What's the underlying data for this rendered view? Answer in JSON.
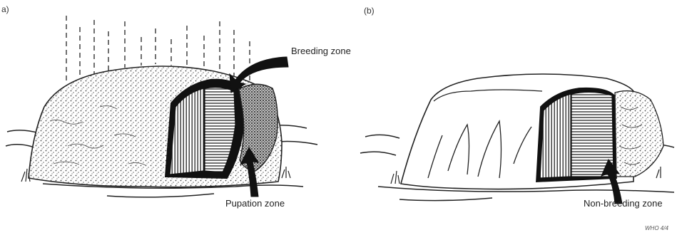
{
  "figure": {
    "panel_a": {
      "panel_label": "a)",
      "label_top": "Breeding zone",
      "label_bottom": "Pupation zone"
    },
    "panel_b": {
      "panel_label": "(b)",
      "label_bottom": "Non-breeding zone"
    },
    "credit": "WHO 4/4"
  },
  "colors": {
    "ink": "#1a1a1a",
    "paper": "#ffffff",
    "shade": "#8a8a8a"
  }
}
